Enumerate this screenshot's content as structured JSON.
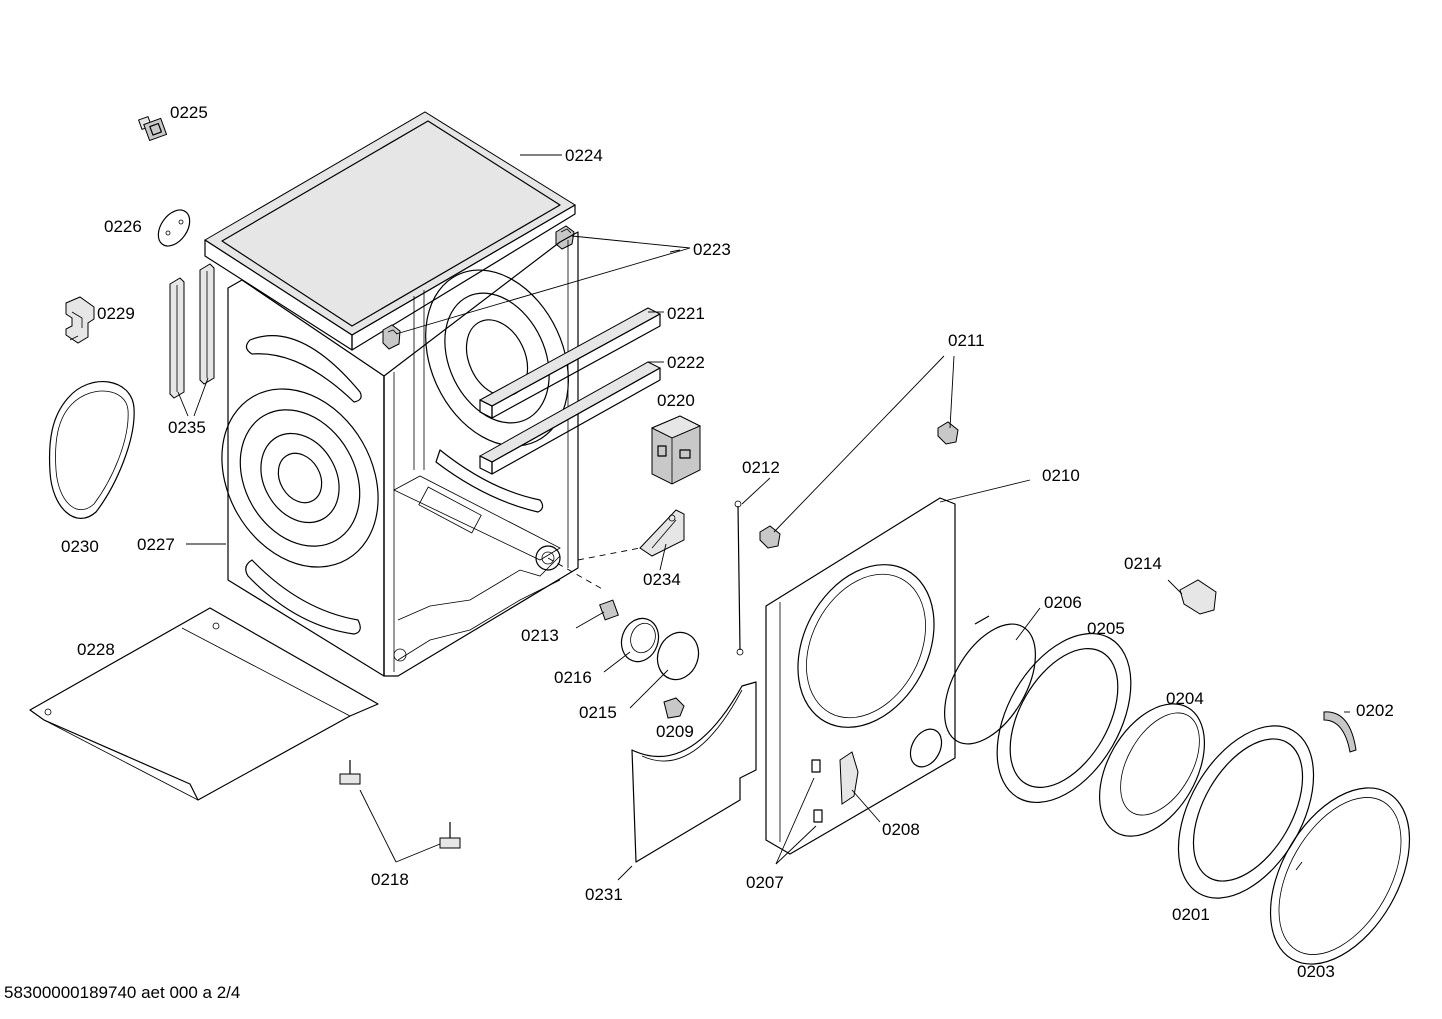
{
  "parts": [
    {
      "id": "p0225",
      "label": "0225"
    },
    {
      "id": "p0224",
      "label": "0224"
    },
    {
      "id": "p0226",
      "label": "0226"
    },
    {
      "id": "p0223",
      "label": "0223"
    },
    {
      "id": "p0229",
      "label": "0229"
    },
    {
      "id": "p0221",
      "label": "0221"
    },
    {
      "id": "p0222",
      "label": "0222"
    },
    {
      "id": "p0211",
      "label": "0211"
    },
    {
      "id": "p0220",
      "label": "0220"
    },
    {
      "id": "p0235",
      "label": "0235"
    },
    {
      "id": "p0212",
      "label": "0212"
    },
    {
      "id": "p0210",
      "label": "0210"
    },
    {
      "id": "p0230",
      "label": "0230"
    },
    {
      "id": "p0227",
      "label": "0227"
    },
    {
      "id": "p0234",
      "label": "0234"
    },
    {
      "id": "p0214",
      "label": "0214"
    },
    {
      "id": "p0228",
      "label": "0228"
    },
    {
      "id": "p0206",
      "label": "0206"
    },
    {
      "id": "p0213",
      "label": "0213"
    },
    {
      "id": "p0205",
      "label": "0205"
    },
    {
      "id": "p0216",
      "label": "0216"
    },
    {
      "id": "p0204",
      "label": "0204"
    },
    {
      "id": "p0215",
      "label": "0215"
    },
    {
      "id": "p0202",
      "label": "0202"
    },
    {
      "id": "p0209",
      "label": "0209"
    },
    {
      "id": "p0208",
      "label": "0208"
    },
    {
      "id": "p0218",
      "label": "0218"
    },
    {
      "id": "p0207",
      "label": "0207"
    },
    {
      "id": "p0231",
      "label": "0231"
    },
    {
      "id": "p0201",
      "label": "0201"
    },
    {
      "id": "p0203",
      "label": "0203"
    }
  ],
  "footer": {
    "code": "58300000189740 aet 000 a 2/4"
  }
}
